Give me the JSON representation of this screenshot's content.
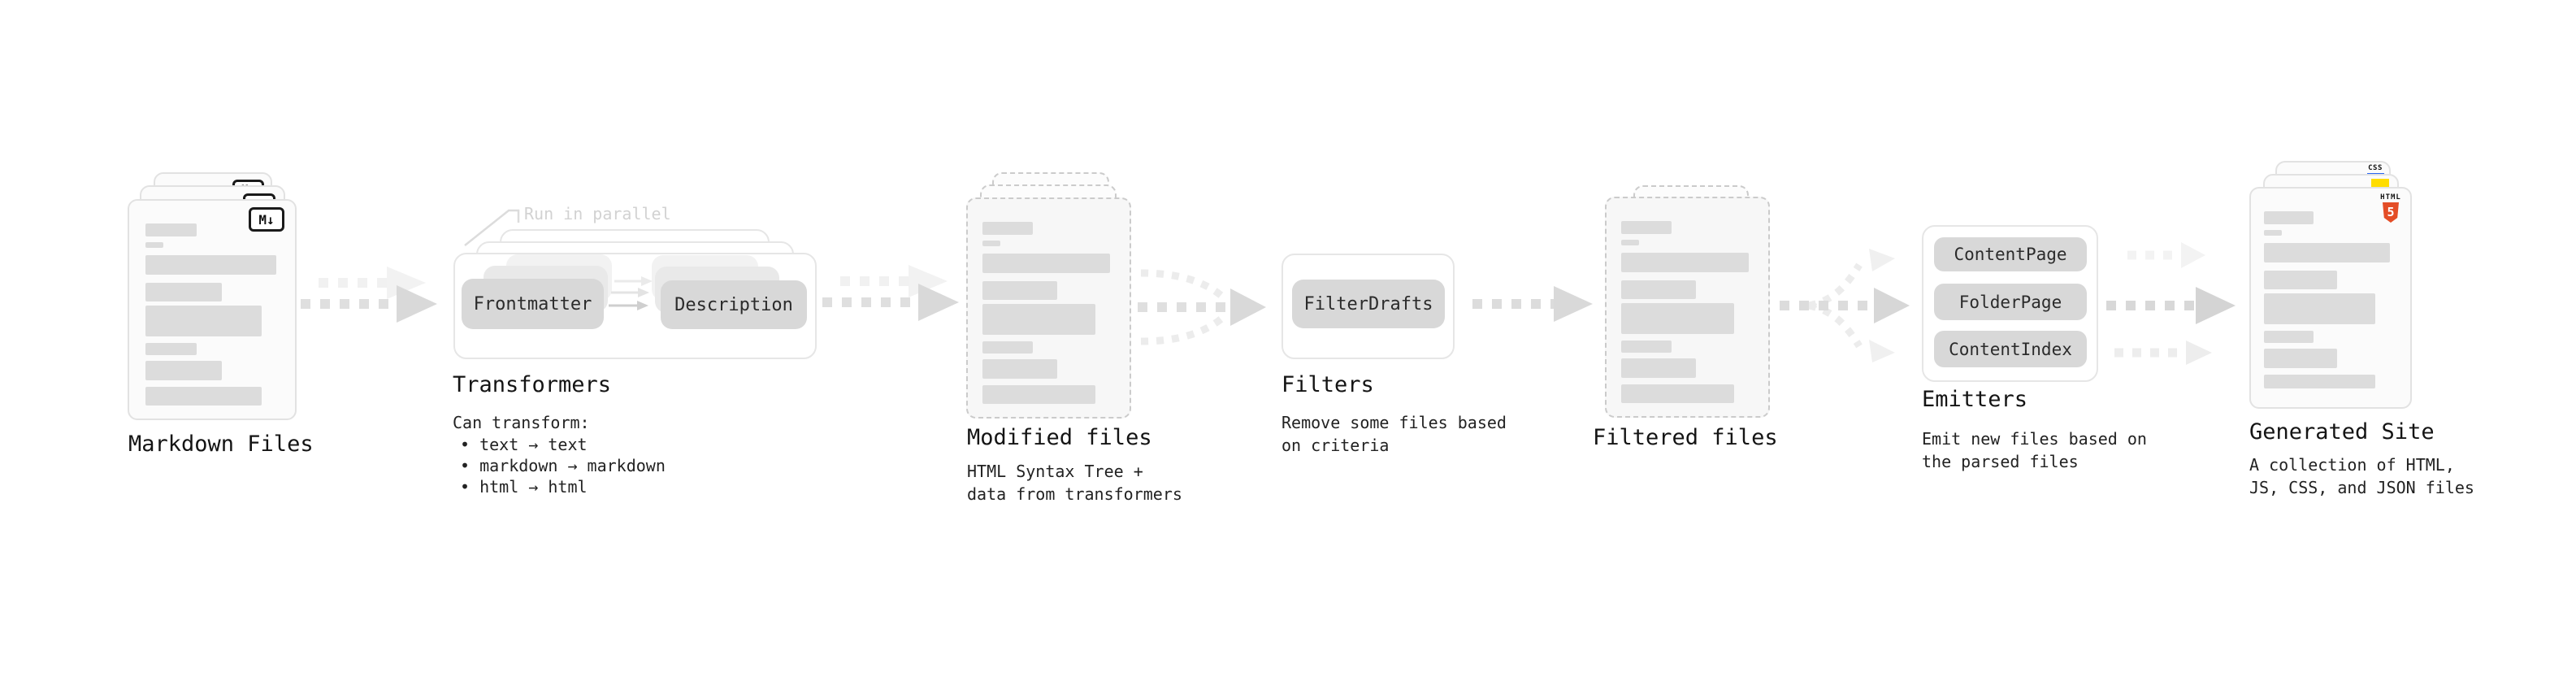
{
  "stages": {
    "markdown_files": {
      "label": "Markdown Files",
      "badge": "M↓"
    },
    "transformers": {
      "label": "Transformers",
      "callout": "Run in parallel",
      "buttons": [
        "Frontmatter",
        "Description"
      ],
      "desc_title": "Can transform:",
      "bullets": [
        "• text → text",
        "• markdown → markdown",
        "• html → html"
      ]
    },
    "modified_files": {
      "label": "Modified files",
      "desc": [
        "HTML Syntax Tree +",
        "data from transformers"
      ]
    },
    "filters": {
      "label": "Filters",
      "buttons": [
        "FilterDrafts"
      ],
      "desc": [
        "Remove some files based",
        "on criteria"
      ]
    },
    "filtered_files": {
      "label": "Filtered files"
    },
    "emitters": {
      "label": "Emitters",
      "buttons": [
        "ContentPage",
        "FolderPage",
        "ContentIndex"
      ],
      "desc": [
        "Emit new files based on",
        "the parsed files"
      ]
    },
    "generated_site": {
      "label": "Generated Site",
      "desc": [
        "A collection of HTML,",
        "JS, CSS, and JSON files"
      ],
      "badge_css": "CSS",
      "badge_html_word": "HTML",
      "badge_html_number": "5"
    }
  },
  "colors": {
    "card_border": "#e2e2e2",
    "dashed_border": "#cbcbcb",
    "skeleton_bar": "#dcdcdc",
    "chip_bg": "#d8d8d8",
    "arrow_main": "#d9d9d9",
    "arrow_ghost": "#f1f1f1",
    "html5_orange": "#e44d26",
    "js_yellow": "#ffdd00",
    "css_blue": "#2965f1",
    "callout_text": "#d2d2d2",
    "heading_text": "#141414",
    "body_text": "#222222"
  }
}
